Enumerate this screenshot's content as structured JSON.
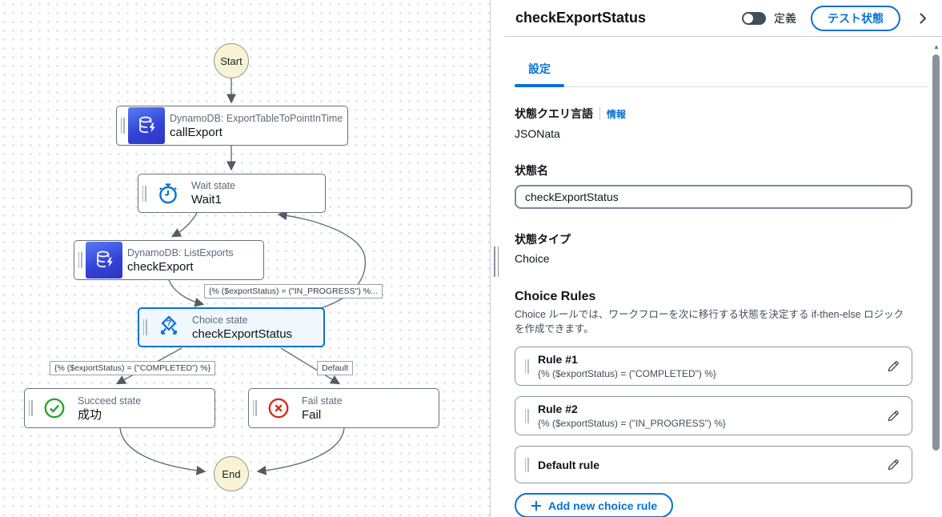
{
  "canvas": {
    "start_label": "Start",
    "end_label": "End",
    "nodes": [
      {
        "service": "DynamoDB: ExportTableToPointInTime",
        "name": "callExport"
      },
      {
        "service": "Wait state",
        "name": "Wait1"
      },
      {
        "service": "DynamoDB: ListExports",
        "name": "checkExport"
      },
      {
        "service": "Choice state",
        "name": "checkExportStatus"
      },
      {
        "service": "Succeed state",
        "name": "成功"
      },
      {
        "service": "Fail state",
        "name": "Fail"
      }
    ],
    "edge_labels": {
      "in_progress": "{% ($exportStatus) = (\"IN_PROGRESS\") %...",
      "completed": "{% ($exportStatus) = (\"COMPLETED\") %}",
      "default": "Default"
    }
  },
  "panel": {
    "title": "checkExportStatus",
    "toggle_label": "定義",
    "test_button_label": "テスト状態",
    "tab_settings": "設定",
    "query_language_label": "状態クエリ言語",
    "info_link": "情報",
    "query_language_value": "JSONata",
    "state_name_label": "状態名",
    "state_name_value": "checkExportStatus",
    "state_type_label": "状態タイプ",
    "state_type_value": "Choice",
    "choice_rules": {
      "heading": "Choice Rules",
      "description": "Choice ルールでは、ワークフローを次に移行する状態を決定する if-then-else ロジックを作成できます。",
      "rules": [
        {
          "title": "Rule #1",
          "expression": "{% ($exportStatus) = (\"COMPLETED\") %}"
        },
        {
          "title": "Rule #2",
          "expression": "{% ($exportStatus) = (\"IN_PROGRESS\") %}"
        },
        {
          "title": "Default rule"
        }
      ],
      "add_button_label": "Add new choice rule"
    }
  },
  "colors": {
    "accent_blue": "#0972d3",
    "selected_node_bg": "#f0f7fd",
    "dynamodb_gradient": [
      "#587df5",
      "#2b36c2"
    ],
    "terminal_fill": "#f8f3d4",
    "succeed_green": "#2aa52a",
    "fail_red": "#db2b1c",
    "edge_gray": "#697077"
  }
}
